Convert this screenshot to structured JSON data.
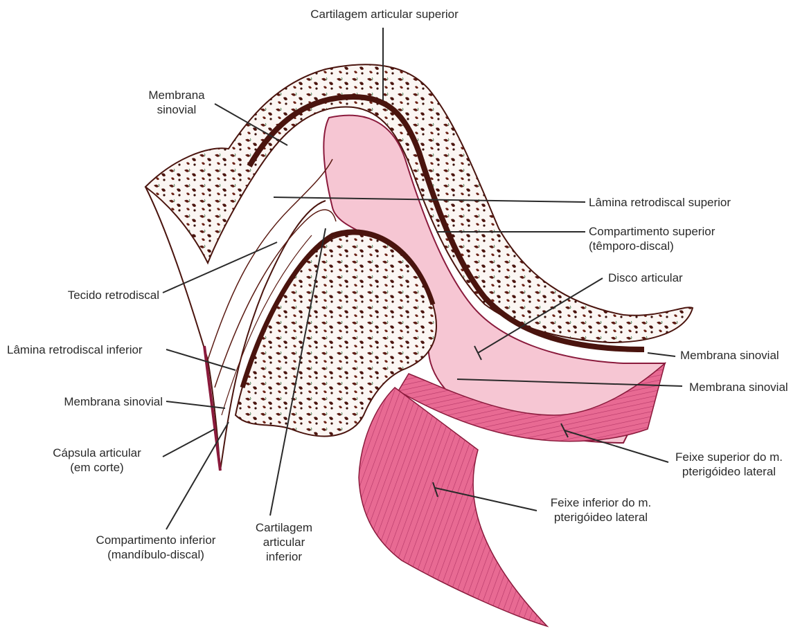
{
  "colors": {
    "disc": "#f6c6d3",
    "muscle": "#e25c88",
    "muscle_dark": "#8a1a3c",
    "bone": "#5a1a12",
    "line": "#2a2a2a"
  },
  "labels": {
    "cartilagem_superior": "Cartilagem articular superior",
    "membrana_sinovial_top": [
      "Membrana",
      "sinovial"
    ],
    "lamina_retrodiscal_superior": "Lâmina retrodiscal superior",
    "compartimento_superior": [
      "Compartimento superior",
      "(têmporo-discal)"
    ],
    "disco_articular": "Disco articular",
    "tecido_retrodiscal": "Tecido retrodiscal",
    "lamina_retrodiscal_inferior": "Lâmina retrodiscal inferior",
    "membrana_sinovial_right1": "Membrana sinovial",
    "membrana_sinovial_right2": "Membrana sinovial",
    "membrana_sinovial_left": "Membrana sinovial",
    "capsula_articular": [
      "Cápsula articular",
      "(em corte)"
    ],
    "feixe_superior": [
      "Feixe superior do m.",
      "pterigóideo lateral"
    ],
    "feixe_inferior": [
      "Feixe inferior do m.",
      "pterigóideo lateral"
    ],
    "compartimento_inferior": [
      "Compartimento inferior",
      "(mandíbulo-discal)"
    ],
    "cartilagem_inferior": [
      "Cartilagem",
      "articular",
      "inferior"
    ]
  }
}
